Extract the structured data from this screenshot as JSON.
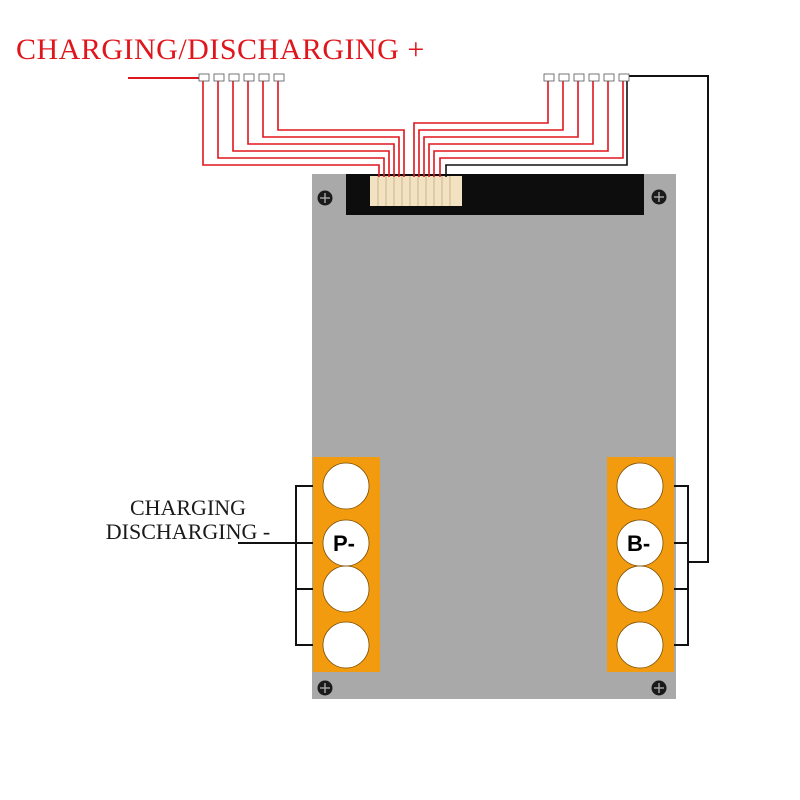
{
  "labels": {
    "charge_discharge_positive": "CHARGING/DISCHARGING +",
    "charge_discharge_negative_line1": "CHARGING",
    "charge_discharge_negative_line2": "DISCHARGING -"
  },
  "pads": {
    "left": "P-",
    "right": "B-"
  },
  "colors": {
    "positive_wire": "#e0161d",
    "negative_wire": "#111111",
    "board": "#a9a9a9",
    "terminal_block": "#f29b0e",
    "connector_housing": "#0d0d0d",
    "connector_pins": "#f3e2c1"
  },
  "icons": [
    "screw-hole-icon"
  ]
}
